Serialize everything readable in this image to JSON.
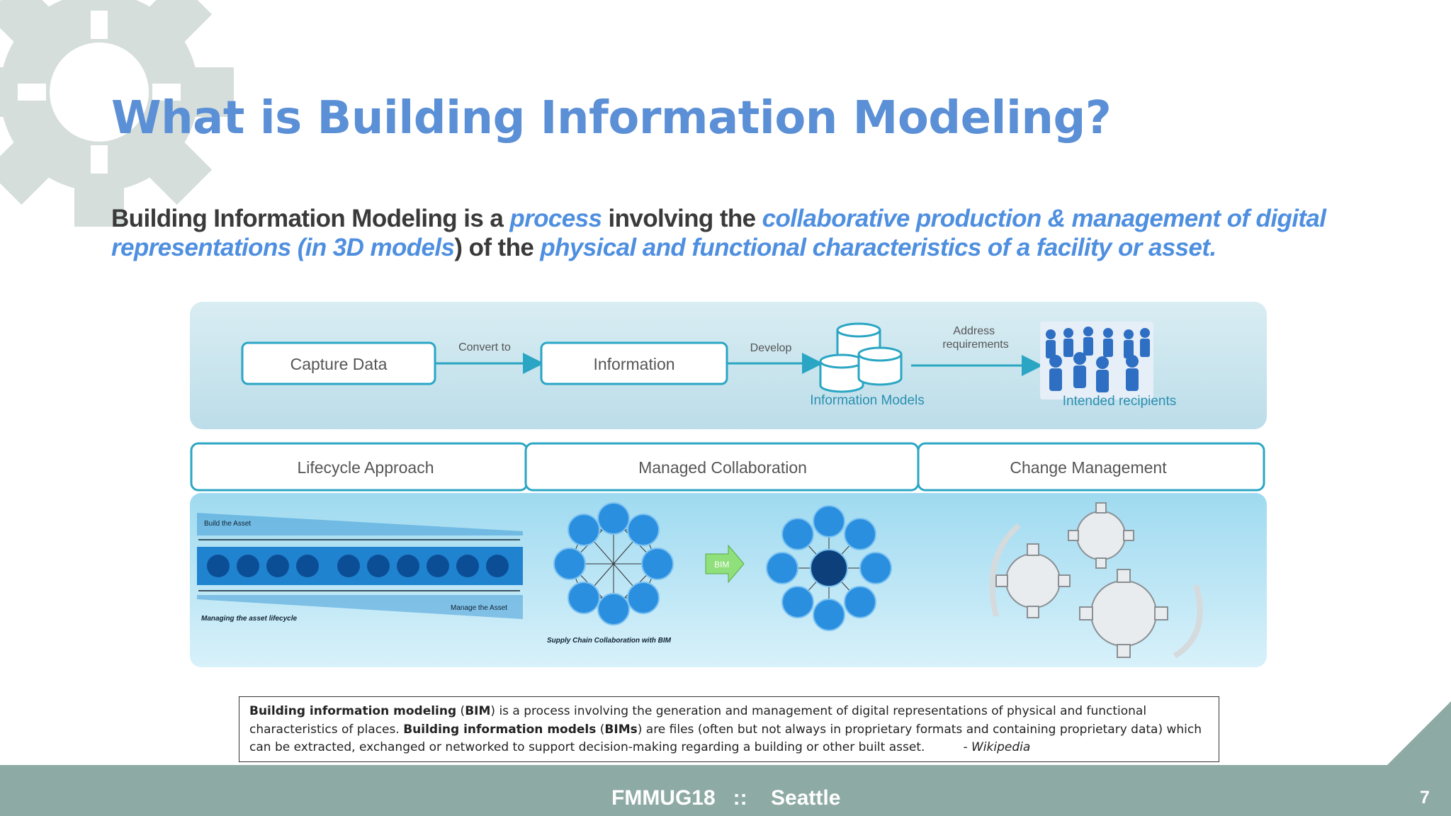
{
  "slide": {
    "title": "What is Building Information Modeling?",
    "definition": {
      "p1": "Building Information Modeling is a ",
      "e1": "process",
      "p2": " involving the ",
      "e2": "collaborative production & management of digital representations (in 3D models",
      "p3": ") of the ",
      "e3": "physical and functional characteristics of a facility or asset."
    }
  },
  "diagram": {
    "flow": {
      "capture": "Capture Data",
      "convert_to": "Convert to",
      "information": "Information",
      "develop": "Develop",
      "info_models": "Information Models",
      "address_line1": "Address",
      "address_line2": "requirements",
      "recipients": "Intended recipients"
    },
    "panels": {
      "lifecycle": "Lifecycle Approach",
      "collaboration": "Managed Collaboration",
      "change": "Change Management"
    },
    "lifecycle_detail": {
      "build": "Build the Asset",
      "manage": "Manage the Asset",
      "managing": "Managing the asset lifecycle"
    },
    "collab_detail": {
      "caption": "Supply Chain Collaboration with BIM",
      "bim": "BIM"
    }
  },
  "quote": {
    "b1": "Building information modeling",
    "t1": " (",
    "b2": "BIM",
    "t2": ") is a process involving the generation and management of digital representations of physical and functional characteristics of places. ",
    "b3": "Building information models",
    "t3": " (",
    "b4": "BIMs",
    "t4": ") are files (often but not always in proprietary formats and containing proprietary data) which can be extracted, exchanged or networked to support decision-making regarding a building or other built asset.",
    "source": "- Wikipedia"
  },
  "footer": {
    "text": "FMMUG18   ::    Seattle",
    "page": "7"
  },
  "colors": {
    "title": "#5b8fd6",
    "emphasis": "#4f8fe0",
    "footer_bg": "#8eaaa5",
    "panel_border": "#2aa6c4",
    "panel_bg": "#cfe9f2"
  }
}
